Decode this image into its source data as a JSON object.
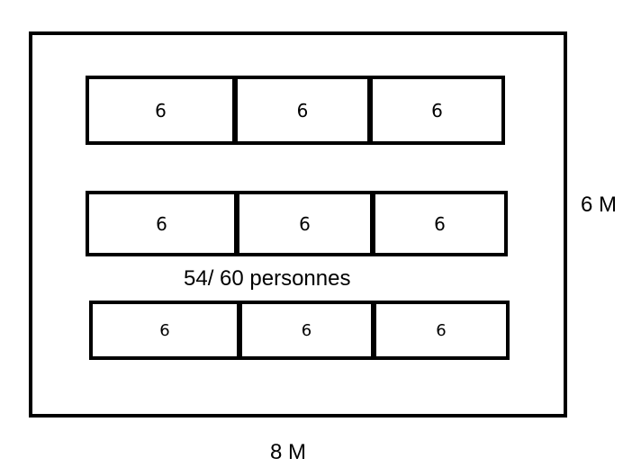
{
  "room": {
    "width_label": "8 M",
    "height_label": "6 M",
    "capacity_label": "54/ 60 personnes"
  },
  "table_rows": [
    {
      "tables": [
        "6",
        "6",
        "6"
      ]
    },
    {
      "tables": [
        "6",
        "6",
        "6"
      ]
    },
    {
      "tables": [
        "6",
        "6",
        "6"
      ]
    }
  ]
}
